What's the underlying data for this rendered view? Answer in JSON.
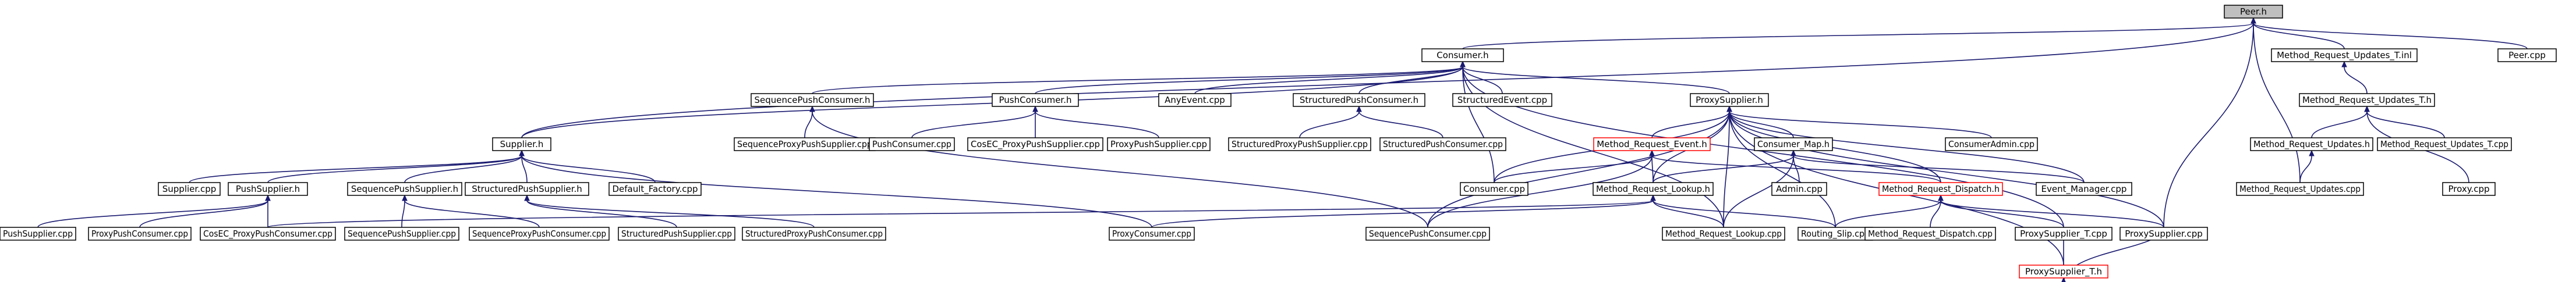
{
  "diagram": {
    "kind": "include-dependency graph",
    "colors": {
      "edge": "#191970",
      "node_border": "#000000",
      "highlight_border": "#ff0000",
      "root_fill": "#bfbfbf",
      "background": "#ffffff"
    },
    "nodes": [
      {
        "id": "peer_h",
        "label": "Peer.h",
        "root": true
      },
      {
        "id": "consumer_h",
        "label": "Consumer.h"
      },
      {
        "id": "mru_t_inl",
        "label": "Method_Request_Updates_T.inl"
      },
      {
        "id": "peer_cpp",
        "label": "Peer.cpp"
      },
      {
        "id": "seqpushconsumer_h",
        "label": "SequencePushConsumer.h"
      },
      {
        "id": "pushconsumer_h",
        "label": "PushConsumer.h"
      },
      {
        "id": "anyevent_cpp",
        "label": "AnyEvent.cpp"
      },
      {
        "id": "structpushconsumer_h",
        "label": "StructuredPushConsumer.h"
      },
      {
        "id": "structevent_cpp",
        "label": "StructuredEvent.cpp"
      },
      {
        "id": "proxysupplier_h",
        "label": "ProxySupplier.h"
      },
      {
        "id": "mru_t_h",
        "label": "Method_Request_Updates_T.h"
      },
      {
        "id": "supplier_h",
        "label": "Supplier.h"
      },
      {
        "id": "seqproxypushsupplier_cpp",
        "label": "SequenceProxyPushSupplier.cpp"
      },
      {
        "id": "pushconsumer_cpp",
        "label": "PushConsumer.cpp"
      },
      {
        "id": "cosec_proxypushsupplier_cpp",
        "label": "CosEC_ProxyPushSupplier.cpp"
      },
      {
        "id": "proxypushsupplier_cpp",
        "label": "ProxyPushSupplier.cpp"
      },
      {
        "id": "structproxypushsupplier_cpp",
        "label": "StructuredProxyPushSupplier.cpp"
      },
      {
        "id": "structpushconsumer_cpp",
        "label": "StructuredPushConsumer.cpp"
      },
      {
        "id": "mre_h",
        "label": "Method_Request_Event.h",
        "red": true
      },
      {
        "id": "consumermap_h",
        "label": "Consumer_Map.h"
      },
      {
        "id": "consumeradmin_cpp",
        "label": "ConsumerAdmin.cpp"
      },
      {
        "id": "mru_h",
        "label": "Method_Request_Updates.h"
      },
      {
        "id": "mru_t_cpp",
        "label": "Method_Request_Updates_T.cpp"
      },
      {
        "id": "supplier_cpp",
        "label": "Supplier.cpp"
      },
      {
        "id": "pushsupplier_h",
        "label": "PushSupplier.h"
      },
      {
        "id": "seqpushsupplier_h",
        "label": "SequencePushSupplier.h"
      },
      {
        "id": "structpushsupplier_h",
        "label": "StructuredPushSupplier.h"
      },
      {
        "id": "default_factory_cpp",
        "label": "Default_Factory.cpp"
      },
      {
        "id": "consumer_cpp",
        "label": "Consumer.cpp"
      },
      {
        "id": "mrl_h",
        "label": "Method_Request_Lookup.h"
      },
      {
        "id": "admin_cpp",
        "label": "Admin.cpp"
      },
      {
        "id": "mrd_h",
        "label": "Method_Request_Dispatch.h",
        "red": true
      },
      {
        "id": "event_manager_cpp",
        "label": "Event_Manager.cpp"
      },
      {
        "id": "mru_cpp",
        "label": "Method_Request_Updates.cpp"
      },
      {
        "id": "proxy_cpp",
        "label": "Proxy.cpp"
      },
      {
        "id": "pushsupplier_cpp",
        "label": "PushSupplier.cpp"
      },
      {
        "id": "proxypushconsumer_cpp",
        "label": "ProxyPushConsumer.cpp"
      },
      {
        "id": "cosec_proxypushconsumer_cpp",
        "label": "CosEC_ProxyPushConsumer.cpp"
      },
      {
        "id": "seqpushsupplier_cpp",
        "label": "SequencePushSupplier.cpp"
      },
      {
        "id": "seqproxypushconsumer_cpp",
        "label": "SequenceProxyPushConsumer.cpp"
      },
      {
        "id": "structpushsupplier_cpp",
        "label": "StructuredPushSupplier.cpp"
      },
      {
        "id": "structproxypushconsumer_cpp",
        "label": "StructuredProxyPushConsumer.cpp"
      },
      {
        "id": "proxyconsumer_cpp",
        "label": "ProxyConsumer.cpp"
      },
      {
        "id": "seqpushconsumer_cpp",
        "label": "SequencePushConsumer.cpp"
      },
      {
        "id": "mrl_cpp",
        "label": "Method_Request_Lookup.cpp"
      },
      {
        "id": "routing_slip_cpp",
        "label": "Routing_Slip.cpp"
      },
      {
        "id": "mrd_cpp",
        "label": "Method_Request_Dispatch.cpp"
      },
      {
        "id": "proxysupplier_t_cpp",
        "label": "ProxySupplier_T.cpp"
      },
      {
        "id": "proxysupplier_cpp",
        "label": "ProxySupplier.cpp"
      },
      {
        "id": "proxysupplier_t_h",
        "label": "ProxySupplier_T.h",
        "red": true
      }
    ],
    "edges": [
      [
        "consumer_h",
        "peer_h"
      ],
      [
        "supplier_h",
        "peer_h"
      ],
      [
        "mru_t_inl",
        "peer_h"
      ],
      [
        "peer_cpp",
        "peer_h"
      ],
      [
        "mru_cpp",
        "peer_h"
      ],
      [
        "proxysupplier_cpp",
        "peer_h"
      ],
      [
        "seqpushconsumer_h",
        "consumer_h"
      ],
      [
        "pushconsumer_h",
        "consumer_h"
      ],
      [
        "anyevent_cpp",
        "consumer_h"
      ],
      [
        "structpushconsumer_h",
        "consumer_h"
      ],
      [
        "structevent_cpp",
        "consumer_h"
      ],
      [
        "proxysupplier_h",
        "consumer_h"
      ],
      [
        "supplier_h",
        "consumer_h"
      ],
      [
        "consumer_cpp",
        "consumer_h"
      ],
      [
        "mrl_cpp",
        "consumer_h"
      ],
      [
        "proxysupplier_t_cpp",
        "consumer_h"
      ],
      [
        "mru_t_h",
        "mru_t_inl"
      ],
      [
        "mru_h",
        "mru_t_h"
      ],
      [
        "mru_t_cpp",
        "mru_t_h"
      ],
      [
        "proxy_cpp",
        "mru_t_h"
      ],
      [
        "mru_cpp",
        "mru_h"
      ],
      [
        "seqproxypushsupplier_cpp",
        "seqpushconsumer_h"
      ],
      [
        "seqpushconsumer_cpp",
        "seqpushconsumer_h"
      ],
      [
        "pushconsumer_cpp",
        "pushconsumer_h"
      ],
      [
        "cosec_proxypushsupplier_cpp",
        "pushconsumer_h"
      ],
      [
        "proxypushsupplier_cpp",
        "pushconsumer_h"
      ],
      [
        "structproxypushsupplier_cpp",
        "structpushconsumer_h"
      ],
      [
        "structpushconsumer_cpp",
        "structpushconsumer_h"
      ],
      [
        "mre_h",
        "proxysupplier_h"
      ],
      [
        "consumermap_h",
        "proxysupplier_h"
      ],
      [
        "consumeradmin_cpp",
        "proxysupplier_h"
      ],
      [
        "consumer_cpp",
        "proxysupplier_h"
      ],
      [
        "mrl_h",
        "proxysupplier_h"
      ],
      [
        "mrd_h",
        "proxysupplier_h"
      ],
      [
        "event_manager_cpp",
        "proxysupplier_h"
      ],
      [
        "seqpushconsumer_cpp",
        "proxysupplier_h"
      ],
      [
        "mrl_cpp",
        "proxysupplier_h"
      ],
      [
        "routing_slip_cpp",
        "proxysupplier_h"
      ],
      [
        "proxysupplier_t_h",
        "proxysupplier_h"
      ],
      [
        "proxysupplier_cpp",
        "proxysupplier_h"
      ],
      [
        "supplier_cpp",
        "supplier_h"
      ],
      [
        "pushsupplier_h",
        "supplier_h"
      ],
      [
        "seqpushsupplier_h",
        "supplier_h"
      ],
      [
        "structpushsupplier_h",
        "supplier_h"
      ],
      [
        "default_factory_cpp",
        "supplier_h"
      ],
      [
        "proxyconsumer_cpp",
        "supplier_h"
      ],
      [
        "pushsupplier_cpp",
        "pushsupplier_h"
      ],
      [
        "proxypushconsumer_cpp",
        "pushsupplier_h"
      ],
      [
        "cosec_proxypushconsumer_cpp",
        "pushsupplier_h"
      ],
      [
        "seqpushsupplier_cpp",
        "seqpushsupplier_h"
      ],
      [
        "seqproxypushconsumer_cpp",
        "seqpushsupplier_h"
      ],
      [
        "structpushsupplier_cpp",
        "structpushsupplier_h"
      ],
      [
        "structproxypushconsumer_cpp",
        "structpushsupplier_h"
      ],
      [
        "mrl_h",
        "mre_h"
      ],
      [
        "mrd_h",
        "mre_h"
      ],
      [
        "consumer_cpp",
        "mre_h"
      ],
      [
        "seqpushconsumer_cpp",
        "mre_h"
      ],
      [
        "admin_cpp",
        "consumermap_h"
      ],
      [
        "event_manager_cpp",
        "consumermap_h"
      ],
      [
        "mrl_h",
        "consumermap_h"
      ],
      [
        "mrl_cpp",
        "consumermap_h"
      ],
      [
        "proxyconsumer_cpp",
        "mrl_h"
      ],
      [
        "mrl_cpp",
        "mrl_h"
      ],
      [
        "routing_slip_cpp",
        "mrl_h"
      ],
      [
        "cosec_proxypushconsumer_cpp",
        "mrl_h"
      ],
      [
        "routing_slip_cpp",
        "mrd_h"
      ],
      [
        "mrd_cpp",
        "mrd_h"
      ],
      [
        "proxysupplier_t_cpp",
        "mrd_h"
      ],
      [
        "proxysupplier_cpp",
        "mrd_h"
      ],
      [
        "proxysupplier_t_cpp",
        "proxysupplier_t_h"
      ],
      [
        "proxysupplier_cpp",
        "proxysupplier_t_h"
      ]
    ]
  }
}
